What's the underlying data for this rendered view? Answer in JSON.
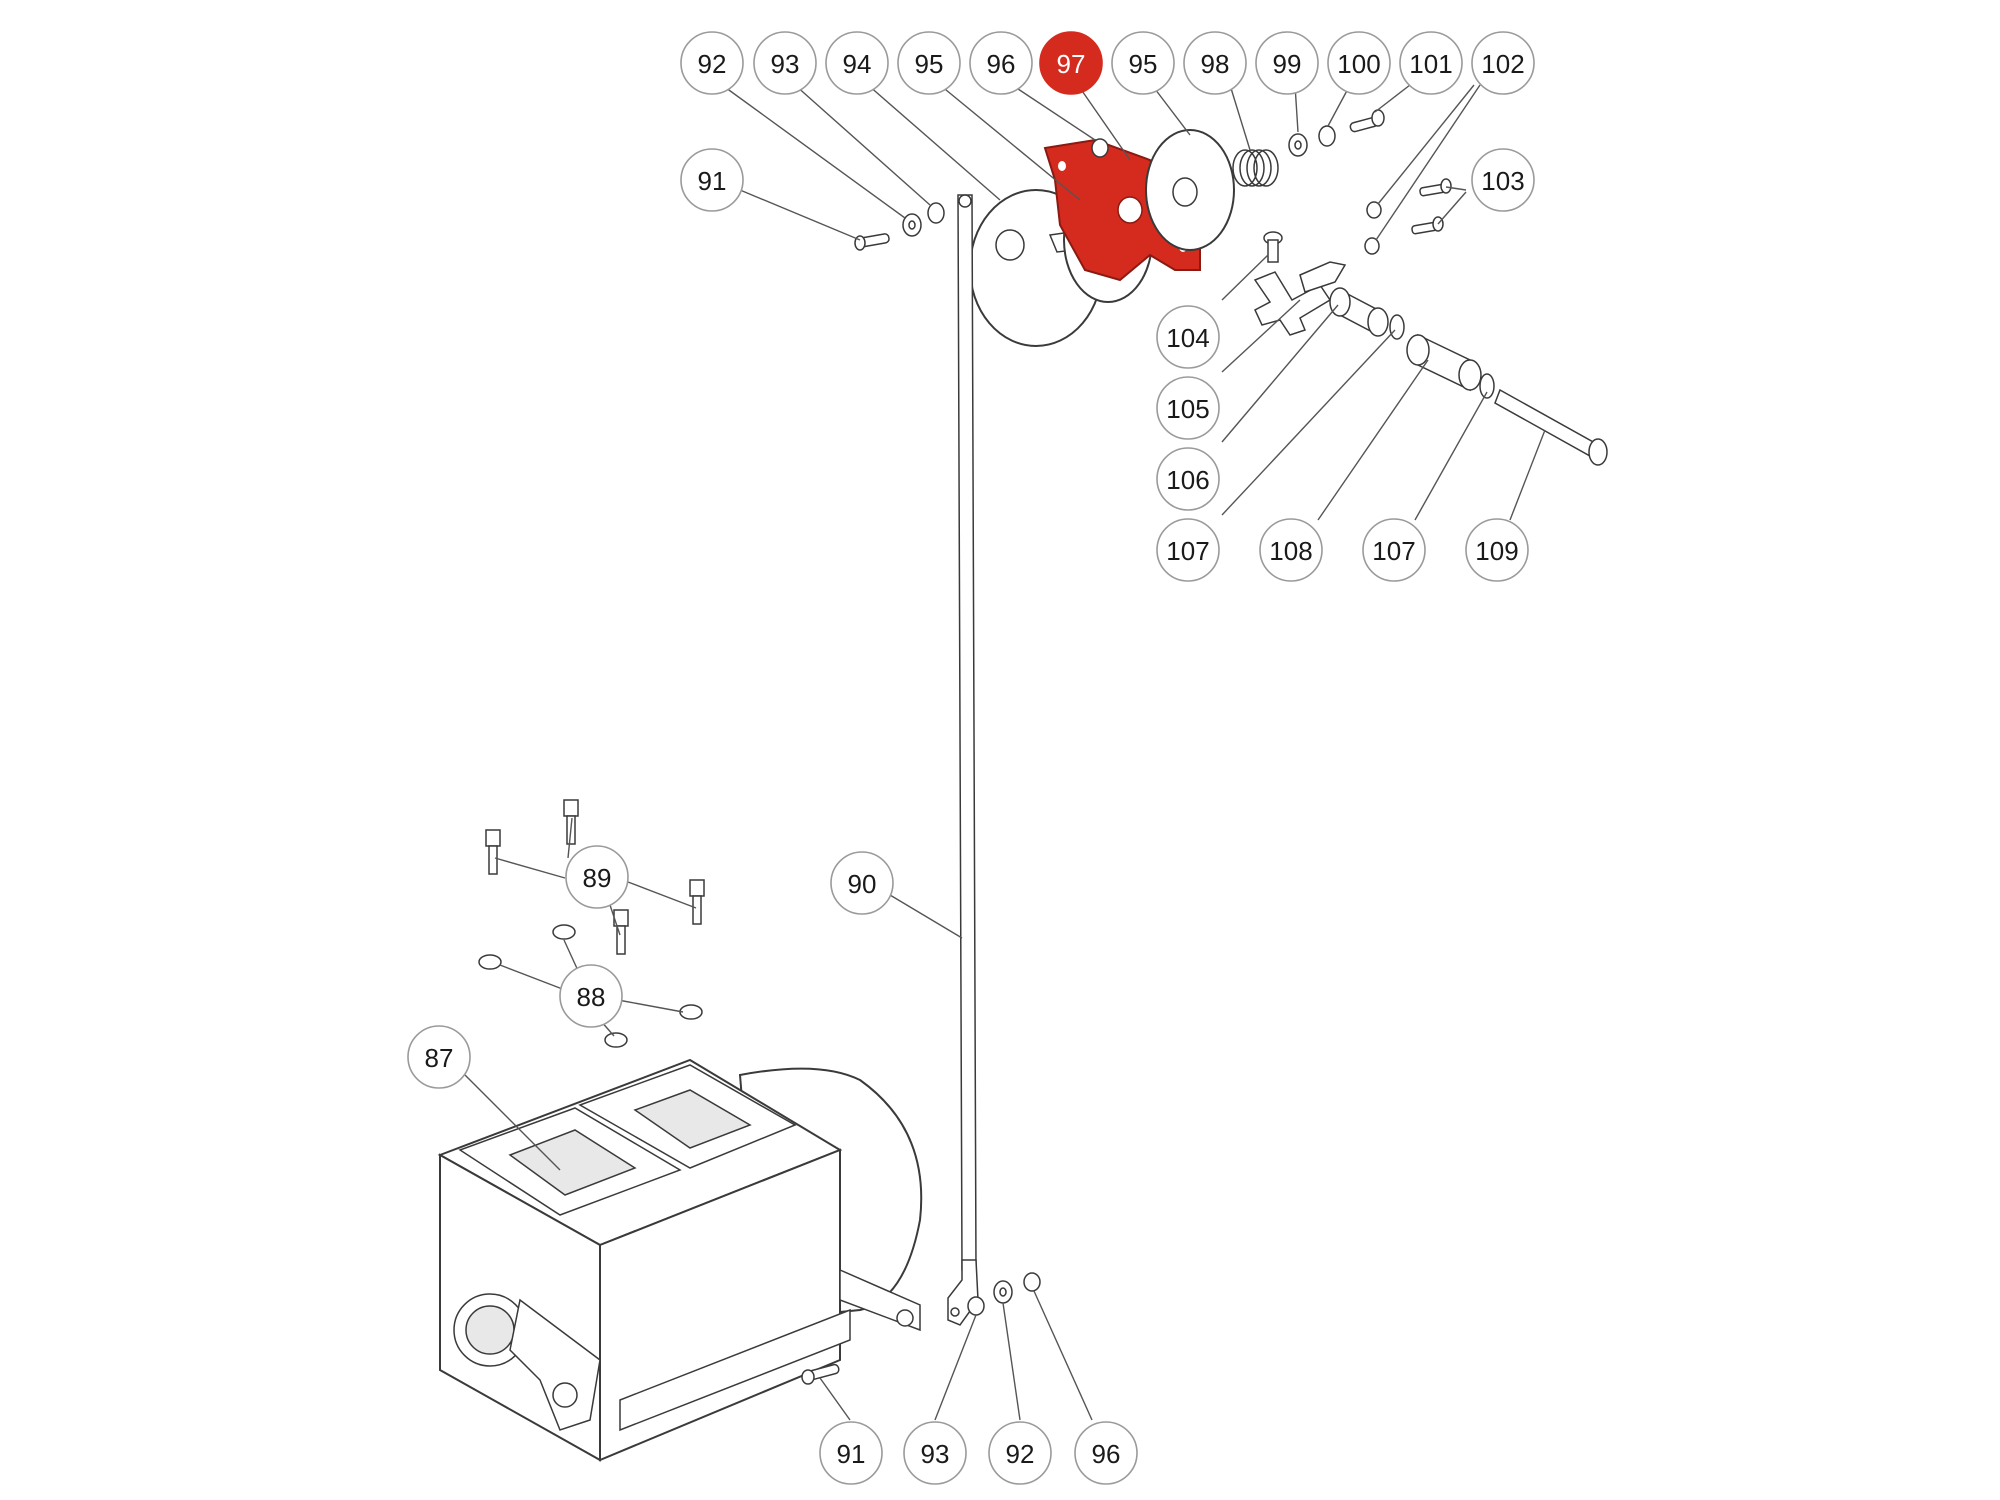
{
  "diagram": {
    "highlight_color": "#d52b1e",
    "callouts": [
      {
        "label": "92",
        "highlight": false
      },
      {
        "label": "93",
        "highlight": false
      },
      {
        "label": "94",
        "highlight": false
      },
      {
        "label": "95",
        "highlight": false
      },
      {
        "label": "96",
        "highlight": false
      },
      {
        "label": "97",
        "highlight": true
      },
      {
        "label": "95",
        "highlight": false
      },
      {
        "label": "98",
        "highlight": false
      },
      {
        "label": "99",
        "highlight": false
      },
      {
        "label": "100",
        "highlight": false
      },
      {
        "label": "101",
        "highlight": false
      },
      {
        "label": "102",
        "highlight": false
      },
      {
        "label": "91",
        "highlight": false
      },
      {
        "label": "103",
        "highlight": false
      },
      {
        "label": "104",
        "highlight": false
      },
      {
        "label": "105",
        "highlight": false
      },
      {
        "label": "106",
        "highlight": false
      },
      {
        "label": "107",
        "highlight": false
      },
      {
        "label": "108",
        "highlight": false
      },
      {
        "label": "107",
        "highlight": false
      },
      {
        "label": "109",
        "highlight": false
      },
      {
        "label": "90",
        "highlight": false
      },
      {
        "label": "89",
        "highlight": false
      },
      {
        "label": "88",
        "highlight": false
      },
      {
        "label": "87",
        "highlight": false
      },
      {
        "label": "91",
        "highlight": false
      },
      {
        "label": "93",
        "highlight": false
      },
      {
        "label": "92",
        "highlight": false
      },
      {
        "label": "96",
        "highlight": false
      }
    ]
  }
}
